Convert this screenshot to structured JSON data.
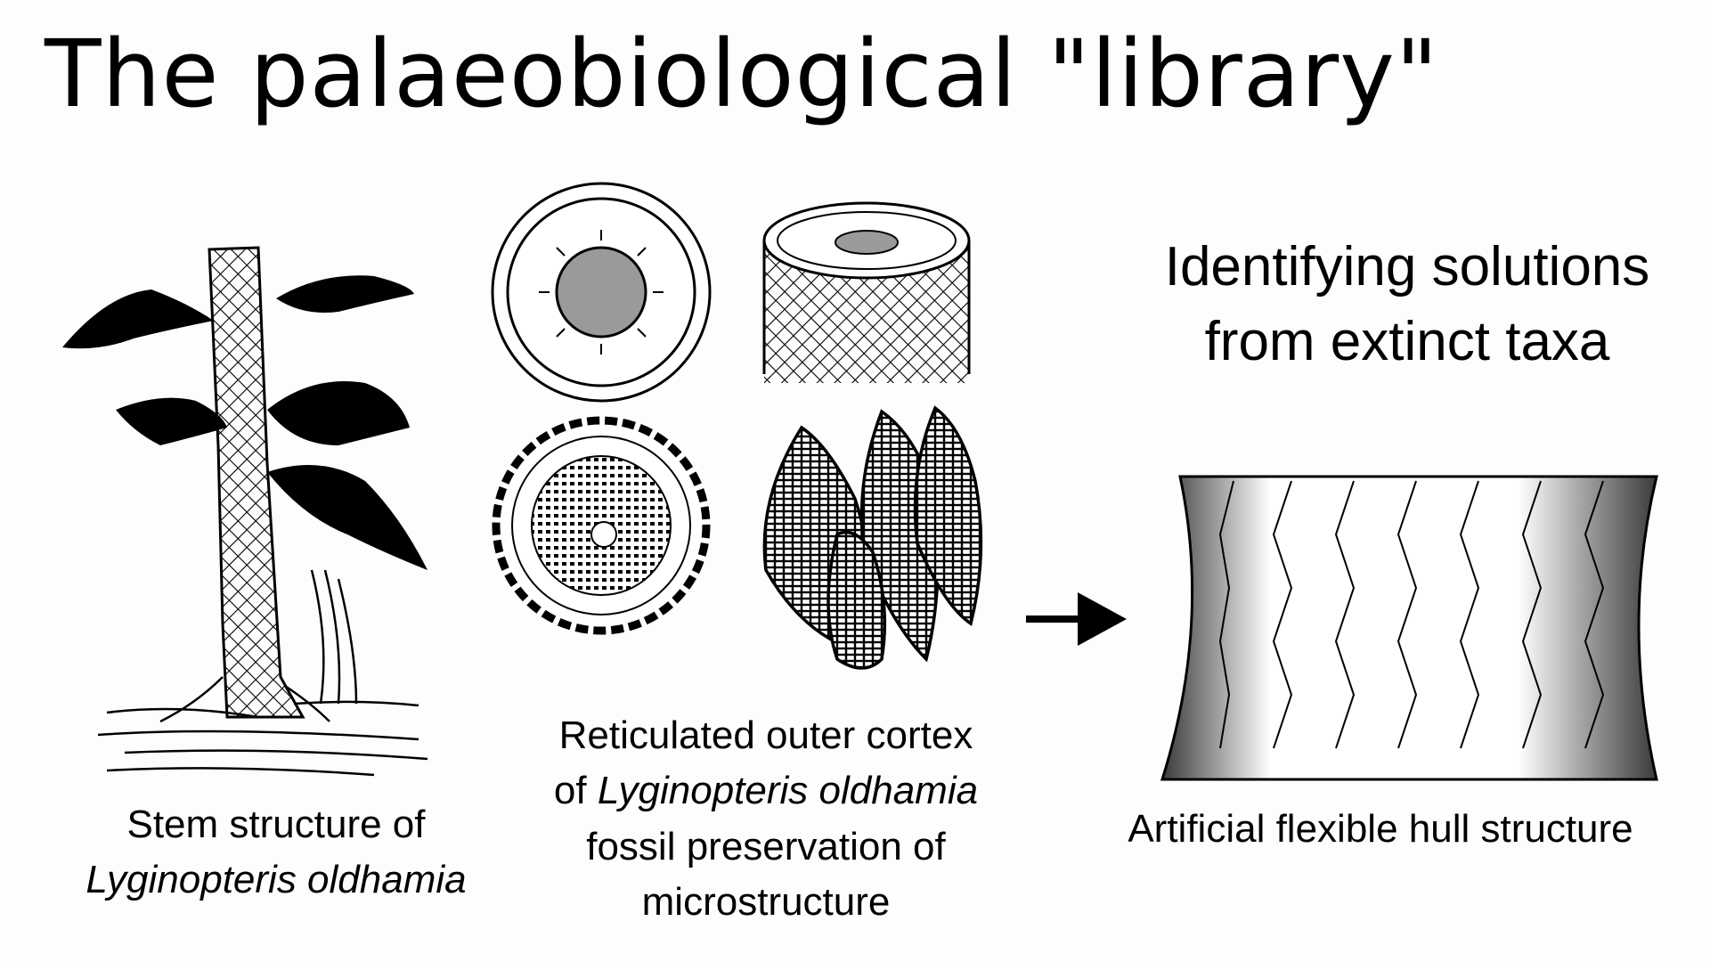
{
  "title": "The palaeobiological \"library\"",
  "stem_caption": {
    "line1": "Stem structure of",
    "line2": "Lyginopteris oldhamia"
  },
  "cortex_caption": {
    "line1": "Reticulated outer cortex",
    "line2_prefix": "of ",
    "line2_italic": "Lyginopteris oldhamia",
    "line3": "fossil preservation of",
    "line4": "microstructure"
  },
  "right_heading": {
    "line1": "Identifying solutions",
    "line2": "from extinct taxa"
  },
  "hull_caption": "Artificial flexible hull structure",
  "icons": [
    "fern-tree-illustration",
    "cross-section-diagram",
    "cylinder-lattice-diagram",
    "fossil-cross-section",
    "fossil-cell-clusters",
    "arrow-right-icon",
    "flexible-hull-drawing"
  ]
}
